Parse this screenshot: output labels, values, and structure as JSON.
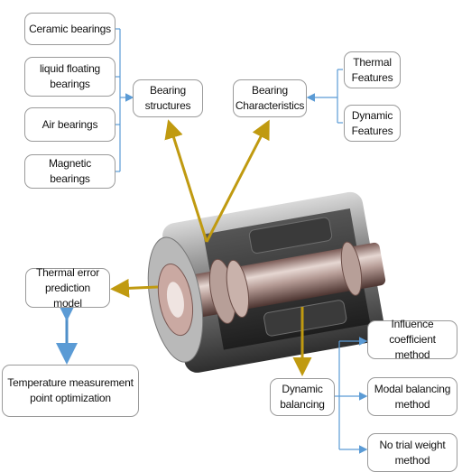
{
  "nodes": {
    "ceramic": "Ceramic bearings",
    "liquid": "liquid floating bearings",
    "air": "Air bearings",
    "magnetic": "Magnetic bearings",
    "structures": "Bearing structures",
    "characteristics": "Bearing Characteristics",
    "thermal_features": "Thermal Features",
    "dynamic_features": "Dynamic Features",
    "thermal_error": "Thermal error prediction model",
    "temperature": "Temperature measurement point optimization",
    "dynamic_balancing": "Dynamic balancing",
    "influence": "Influence coefficient method",
    "modal": "Modal balancing method",
    "no_trial": "No trial weight method"
  },
  "colors": {
    "bracket_line": "#5b9bd5",
    "gold_arrow": "#c09a10",
    "blue_arrow": "#4f8fc9",
    "box_border": "#9a9a9a"
  },
  "image": {
    "name": "motorized-spindle-cutaway"
  }
}
